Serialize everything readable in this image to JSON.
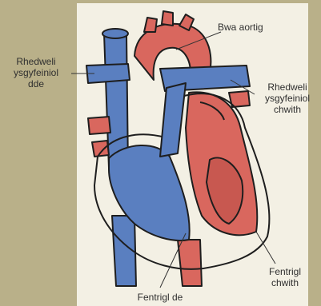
{
  "labels": {
    "pulmonary_artery_right": [
      "Rhedweli",
      "ysgyfeiniol",
      "dde"
    ],
    "aortic_arch": "Bwa aortig",
    "pulmonary_artery_left": [
      "Rhedweli",
      "ysgyfeiniol",
      "chwith"
    ],
    "left_ventricle": [
      "Fentrigl",
      "chwith"
    ],
    "right_ventricle": "Fentrigl de"
  },
  "colors": {
    "background": "#b9b089",
    "paper": "#f3f0e4",
    "oxygenated_red": "#d9675e",
    "deoxygenated_blue": "#5a7fc0",
    "outline": "#1e1e1e"
  }
}
